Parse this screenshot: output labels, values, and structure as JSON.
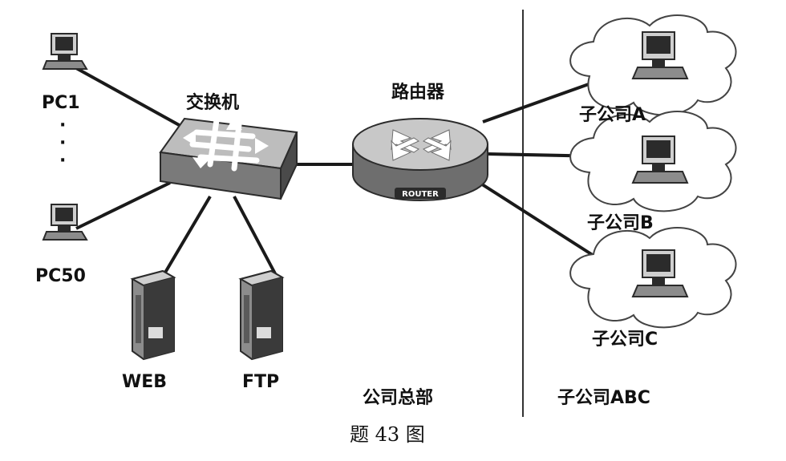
{
  "nodes": {
    "pc1": "PC1",
    "pc50": "PC50",
    "ellipsis": "·\n·\n·",
    "switch": "交换机",
    "router": "路由器",
    "router_badge": "ROUTER",
    "web": "WEB",
    "ftp": "FTP",
    "branch_a": "子公司A",
    "branch_b": "子公司B",
    "branch_c": "子公司C"
  },
  "sections": {
    "headquarters": "公司总部",
    "branches": "子公司ABC"
  },
  "caption": "题 43 图",
  "colors": {
    "line": "#1a1a1a",
    "device_dark": "#2b2b2b",
    "device_mid": "#8c8c8c",
    "device_light": "#cfcfcf",
    "cloud_fill": "#ffffff",
    "cloud_stroke": "#444444"
  }
}
